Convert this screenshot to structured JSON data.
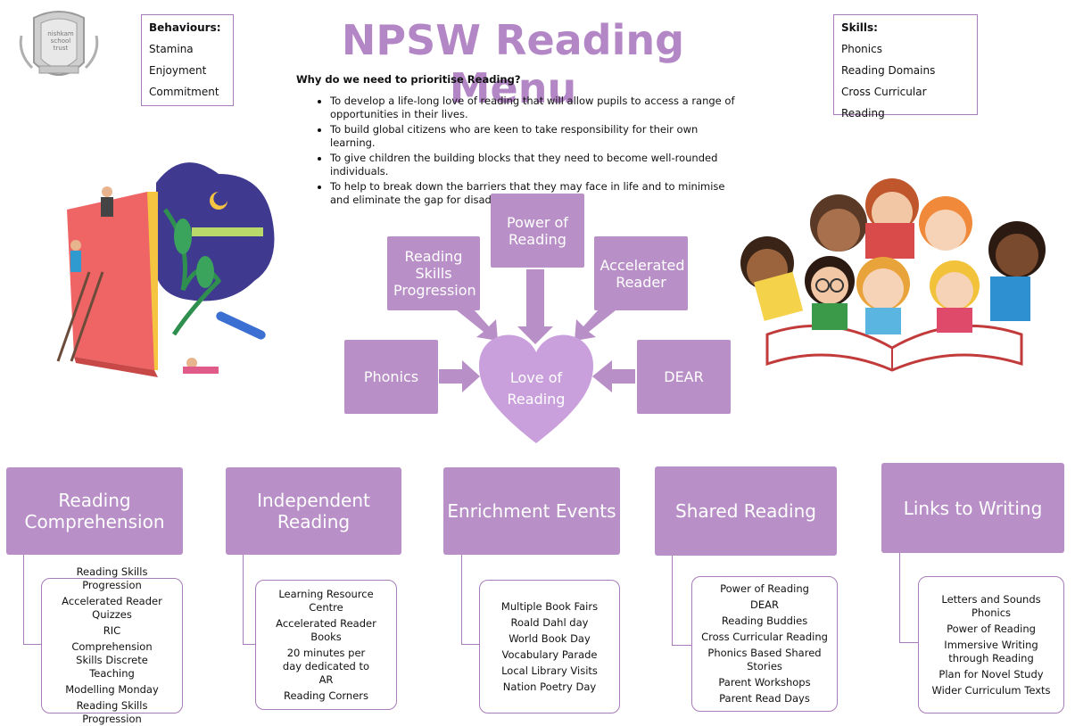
{
  "logo": {
    "text": "nishkam school trust",
    "icon": "school-crest-icon"
  },
  "title": "NPSW Reading Menu",
  "behaviours": {
    "heading": "Behaviours:",
    "items": [
      "Stamina",
      "Enjoyment",
      "Commitment"
    ]
  },
  "skills": {
    "heading": "Skills:",
    "items": [
      "Phonics",
      "Reading Domains",
      "Cross Curricular Reading"
    ]
  },
  "why": {
    "question": "Why do we need to prioritise Reading?",
    "points": [
      "To develop a life-long love of reading that will allow pupils to access a range of opportunities in their lives.",
      "To build global citizens who are keen to take responsibility for their own learning.",
      "To give children the building blocks that they need to become well-rounded individuals.",
      "To help to break down the barriers that they may face in life and to minimise and eliminate the gap for disadvantaged pupils."
    ]
  },
  "diagram": {
    "center": "Love of Reading",
    "nodes": {
      "power": "Power of Reading",
      "skills_progression": "Reading Skills Progression",
      "accelerated": "Accelerated Reader",
      "phonics": "Phonics",
      "dear": "DEAR"
    }
  },
  "categories": [
    {
      "title": "Reading Comprehension",
      "items": [
        "Reading Skills Progression",
        "Accelerated Reader Quizzes",
        "RIC",
        "Comprehension Skills Discrete Teaching",
        "Modelling Monday",
        "Reading Skills Progression"
      ]
    },
    {
      "title": "Independent Reading",
      "items": [
        "Learning Resource Centre",
        "Accelerated Reader Books",
        "20 minutes per day dedicated to AR",
        "Reading Corners"
      ]
    },
    {
      "title": "Enrichment Events",
      "items": [
        "Multiple Book Fairs",
        "Roald Dahl day",
        "World Book Day",
        "Vocabulary Parade",
        "Local Library Visits",
        "Nation Poetry Day"
      ]
    },
    {
      "title": "Shared Reading",
      "items": [
        "Power of Reading",
        "DEAR",
        "Reading Buddies",
        "Cross Curricular Reading",
        "Phonics Based Shared Stories",
        "Parent Workshops",
        "Parent Read Days"
      ]
    },
    {
      "title": "Links to Writing",
      "items": [
        "Letters and Sounds Phonics",
        "Power of Reading",
        "Immersive Writing through Reading",
        "Plan for Novel Study",
        "Wider Curriculum Texts"
      ]
    }
  ],
  "colors": {
    "accent": "#b88fc6",
    "heart": "#c9a0dc",
    "border": "#a77cb8"
  }
}
